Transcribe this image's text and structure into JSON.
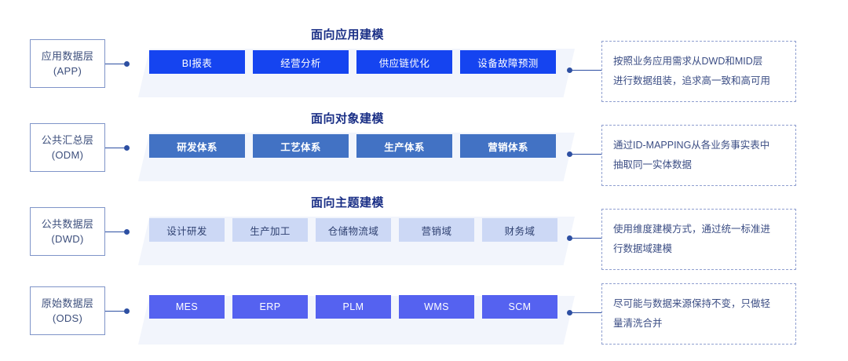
{
  "theme": {
    "level1_color": "#1544f0",
    "level2_color": "#4272c4",
    "level3_color": "#ccd8f5",
    "level4_color": "#5562f0",
    "band_color": "#f2f5fc",
    "title_color": "#1a2f86",
    "label_border": "#7f94c8",
    "connector_color": "#2d4fa2",
    "note_border": "#8f9fd0"
  },
  "tiers": [
    {
      "label_line1": "应用数据层",
      "label_line2": "(APP)",
      "section_title": "面向应用建模",
      "items": [
        "BI报表",
        "经营分析",
        "供应链优化",
        "设备故障预测"
      ],
      "note_line1": "按照业务应用需求从DWD和MID层",
      "note_line2": "进行数据组装，追求高一致和高可用"
    },
    {
      "label_line1": "公共汇总层",
      "label_line2": "(ODM)",
      "section_title": "面向对象建模",
      "items": [
        "研发体系",
        "工艺体系",
        "生产体系",
        "营销体系"
      ],
      "note_line1": "通过ID-MAPPING从各业务事实表中",
      "note_line2": "抽取同一实体数据"
    },
    {
      "label_line1": "公共数据层",
      "label_line2": "(DWD)",
      "section_title": "面向主题建模",
      "items": [
        "设计研发",
        "生产加工",
        "仓储物流域",
        "营销域",
        "财务域"
      ],
      "note_line1": "使用维度建模方式，通过统一标准进",
      "note_line2": "行数据域建模"
    },
    {
      "label_line1": "原始数据层",
      "label_line2": "(ODS)",
      "section_title": "",
      "items": [
        "MES",
        "ERP",
        "PLM",
        "WMS",
        "SCM"
      ],
      "note_line1": "尽可能与数据来源保持不变，只做轻",
      "note_line2": "量清洗合并"
    }
  ]
}
